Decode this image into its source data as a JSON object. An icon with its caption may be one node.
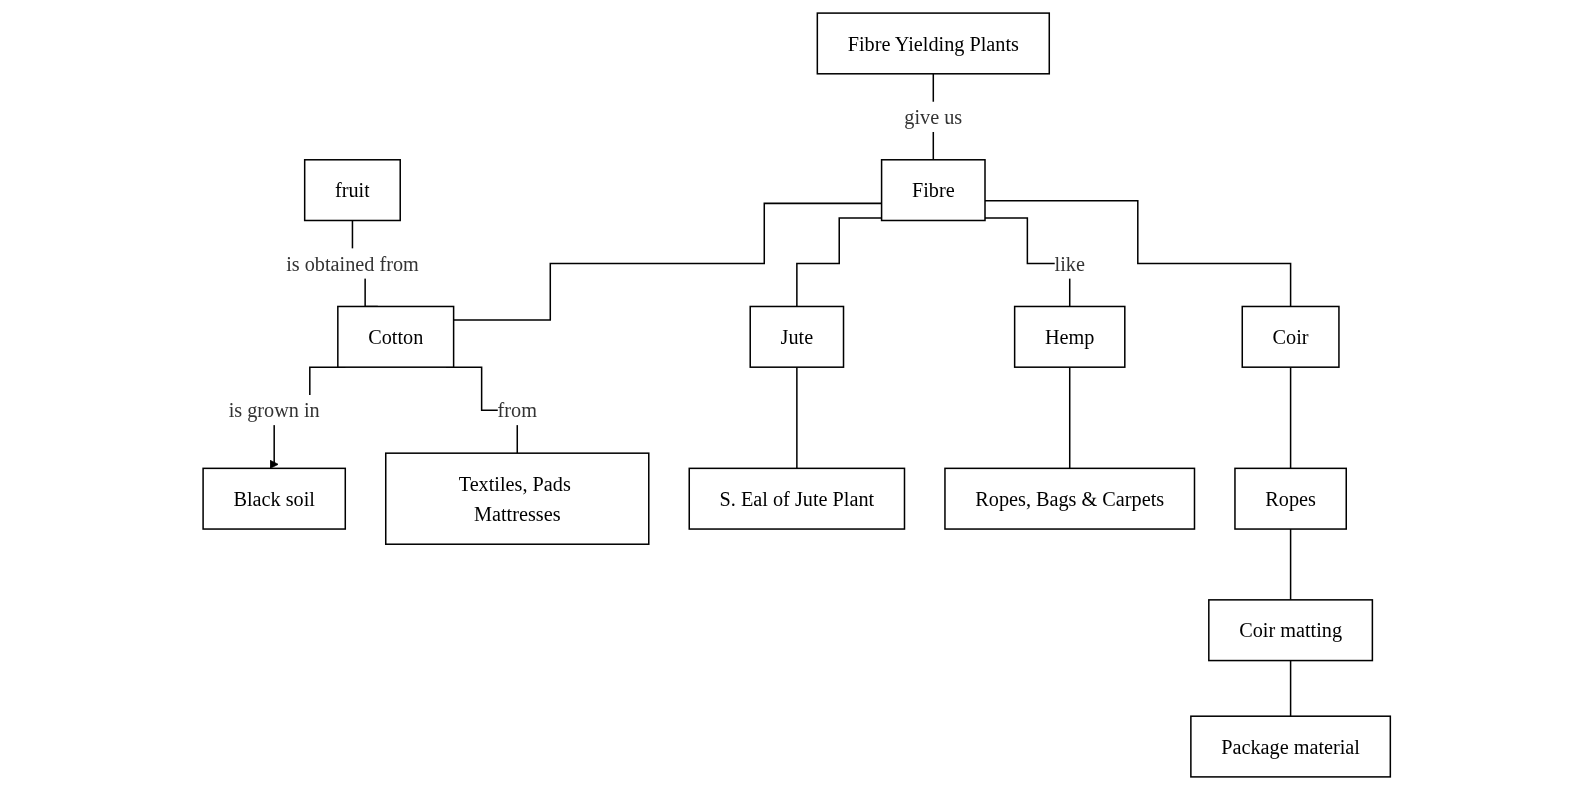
{
  "diagram": {
    "nodes": [
      {
        "text": [
          "Fibre Yielding Plants"
        ]
      },
      {
        "text": [
          "fruit"
        ]
      },
      {
        "text": [
          "Fibre"
        ]
      },
      {
        "text": [
          "Cotton"
        ]
      },
      {
        "text": [
          "Jute"
        ]
      },
      {
        "text": [
          "Hemp"
        ]
      },
      {
        "text": [
          "Coir"
        ]
      },
      {
        "text": [
          "Black soil"
        ]
      },
      {
        "text": [
          "Textiles, Pads Mattresses"
        ]
      },
      {
        "text": [
          "S. Eal of Jute Plant"
        ]
      },
      {
        "text": [
          "Ropes, Bags & Carpets"
        ]
      },
      {
        "text": [
          "Ropes"
        ]
      },
      {
        "text": [
          "Coir matting"
        ]
      },
      {
        "text": [
          "Package material"
        ]
      }
    ],
    "edges": [
      {
        "from": 0,
        "to": 2,
        "arrow": "none",
        "label": "give us"
      },
      {
        "from": 1,
        "to": 3,
        "arrow": "none",
        "label": "is obtained from"
      },
      {
        "from": 2,
        "to": 3,
        "arrow": "none"
      },
      {
        "from": 2,
        "to": 4,
        "arrow": "none"
      },
      {
        "from": 2,
        "to": 5,
        "arrow": "none",
        "label": "like"
      },
      {
        "from": 2,
        "to": 6,
        "arrow": "none"
      },
      {
        "from": 3,
        "to": 7,
        "arrow": "to",
        "label": "is grown in"
      },
      {
        "from": 3,
        "to": 8,
        "arrow": "none",
        "label": "from"
      },
      {
        "from": 4,
        "to": 9,
        "arrow": "none"
      },
      {
        "from": 5,
        "to": 10,
        "arrow": "none"
      },
      {
        "from": 6,
        "to": 11,
        "arrow": "none"
      },
      {
        "from": 11,
        "to": 12,
        "arrow": "none"
      },
      {
        "from": 12,
        "to": 13,
        "arrow": "none"
      }
    ]
  }
}
